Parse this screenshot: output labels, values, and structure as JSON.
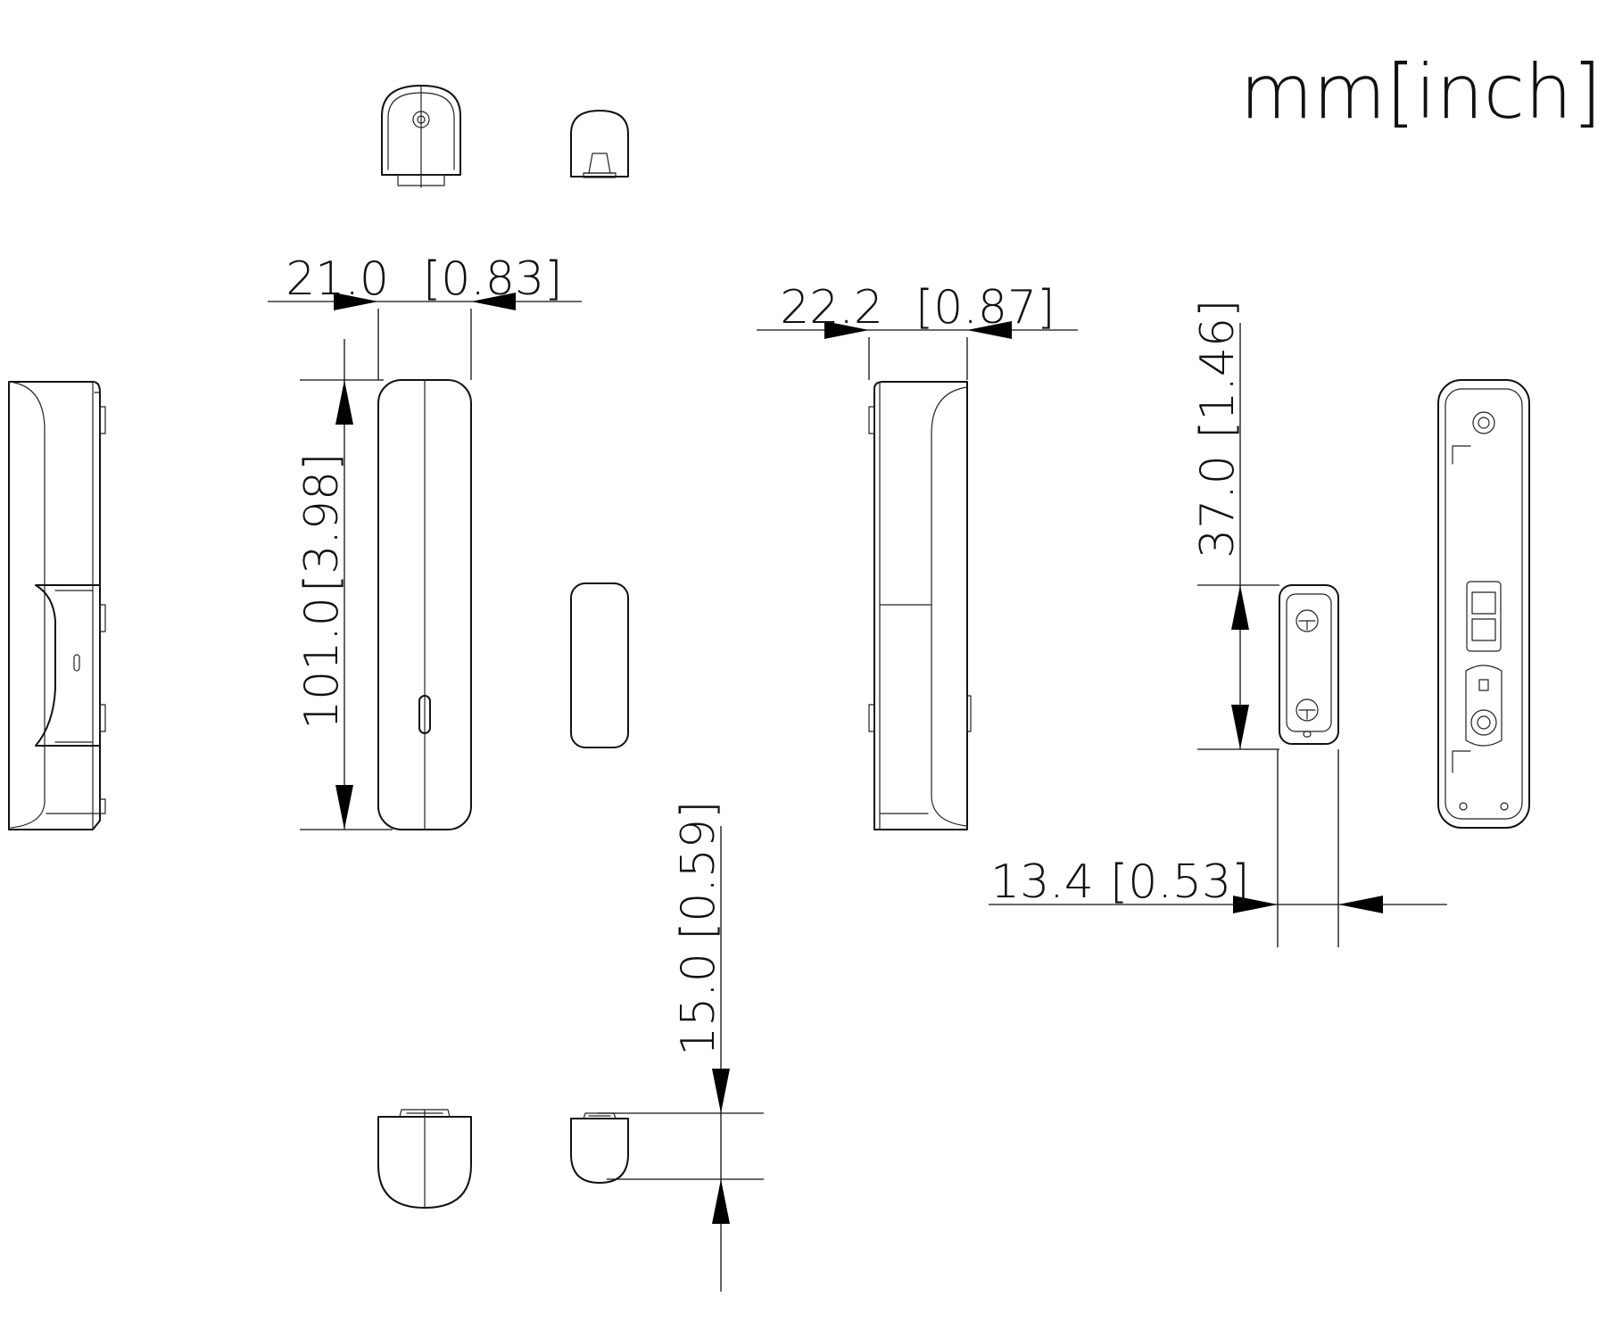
{
  "units_label": "mm[inch]",
  "dimensions": {
    "sensor_width": {
      "mm": "21.0",
      "inch": "[0.83]"
    },
    "sensor_height": {
      "mm": "101.0",
      "inch": "[3.98]"
    },
    "sensor_depth": {
      "mm": "22.2",
      "inch": "[0.87]"
    },
    "magnet_length": {
      "mm": "37.0",
      "inch": "[1.46]"
    },
    "magnet_depth": {
      "mm": "13.4",
      "inch": "[0.53]"
    },
    "magnet_width": {
      "mm": "15.0",
      "inch": "[0.59]"
    }
  },
  "colors": {
    "line": "#111111",
    "background": "#ffffff"
  }
}
